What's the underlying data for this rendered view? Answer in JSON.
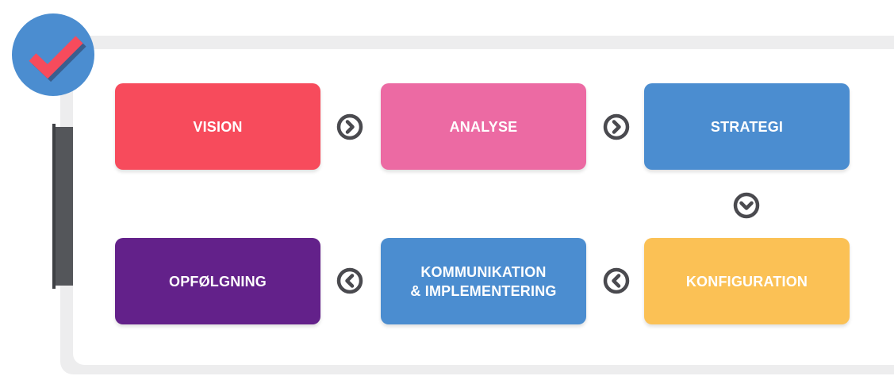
{
  "steps": {
    "vision": {
      "label": "VISION",
      "color": "#f74b5c"
    },
    "analyse": {
      "label": "ANALYSE",
      "color": "#ec6aa3"
    },
    "strategi": {
      "label": "STRATEGI",
      "color": "#4b8dd0"
    },
    "konfiguration": {
      "label": "KONFIGURATION",
      "color": "#fbc155"
    },
    "kommunikation": {
      "label": "KOMMUNIKATION\n& IMPLEMENTERING",
      "color": "#4b8dd0"
    },
    "opfoelgning": {
      "label": "OPFØLGNING",
      "color": "#63218a"
    }
  },
  "icons": {
    "badge": "check-badge-icon",
    "arrow_right": "chevron-right-circle-icon",
    "arrow_down": "chevron-down-circle-icon",
    "arrow_left": "chevron-left-circle-icon"
  },
  "colors": {
    "arrow": "#4a4a4f",
    "frame": "#ededee",
    "side_tab": "#54565a",
    "badge_bg": "#4b8dd0",
    "check": "#f74b5c"
  }
}
